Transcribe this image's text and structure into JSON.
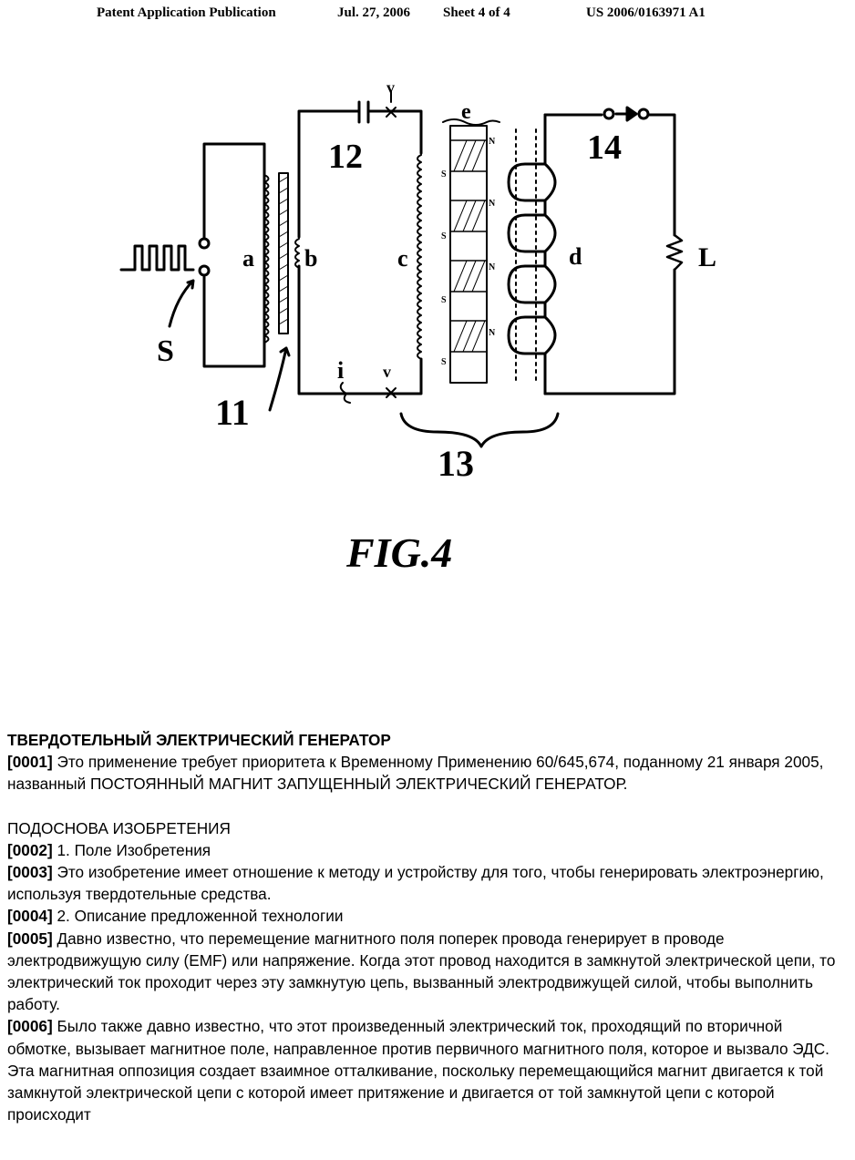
{
  "header": {
    "publication": "Patent Application Publication",
    "date": "Jul. 27, 2006",
    "sheet": "Sheet 4 of 4",
    "number": "US 2006/0163971 A1"
  },
  "figure": {
    "caption": "FIG.4",
    "labels": {
      "a": "a",
      "b": "b",
      "c": "c",
      "d": "d",
      "e": "e",
      "S": "S",
      "L": "L",
      "i": "i",
      "n11": "11",
      "n12": "12",
      "n13": "13",
      "n14": "14",
      "v_top": "v",
      "v_bottom": "v"
    },
    "magnet_poles": [
      "N",
      "S",
      "N",
      "S",
      "N",
      "S",
      "N",
      "S"
    ]
  },
  "text": {
    "title": "ТВЕРДОТЕЛЬНЫЙ ЭЛЕКТРИЧЕСКИЙ ГЕНЕРАТОР",
    "paragraphs": [
      {
        "num": "[0001]",
        "text": " Это применение требует приоритета к Временному Применению 60/645,674, поданному 21 января 2005, названный ПОСТОЯННЫЙ МАГНИТ ЗАПУЩЕННЫЙ ЭЛЕКТРИЧЕСКИЙ ГЕНЕРАТОР."
      },
      {
        "num": "",
        "text": "ПОДОСНОВА ИЗОБРЕТЕНИЯ"
      },
      {
        "num": "[0002]",
        "text": " 1. Поле Изобретения"
      },
      {
        "num": "[0003]",
        "text": " Это изобретение имеет отношение к методу и устройству для того, чтобы генерировать электроэнергию, используя твердотельные средства."
      },
      {
        "num": "[0004]",
        "text": " 2. Описание предложенной технологии"
      },
      {
        "num": "[0005]",
        "text": "  Давно известно, что перемещение магнитного поля поперек провода генерирует в проводе электродвижущую силу (EMF) или напряжение. Когда этот провод находится в замкнутой электрической цепи, то электрический ток проходит через эту замкнутую цепь, вызванный электродвижущей силой, чтобы выполнить работу."
      },
      {
        "num": "[0006]",
        "text": " Было также давно известно, что этот произведенный электрический ток, проходящий по вторичной обмотке, вызывает магнитное поле, направленное против первичного магнитного поля, которое и вызвало ЭДС. Эта магнитная оппозиция создает взаимное отталкивание, поскольку перемещающийся магнит двигается к той замкнутой электрической цепи с которой имеет притяжение и двигается от той замкнутой цепи с которой происходит"
      }
    ]
  }
}
